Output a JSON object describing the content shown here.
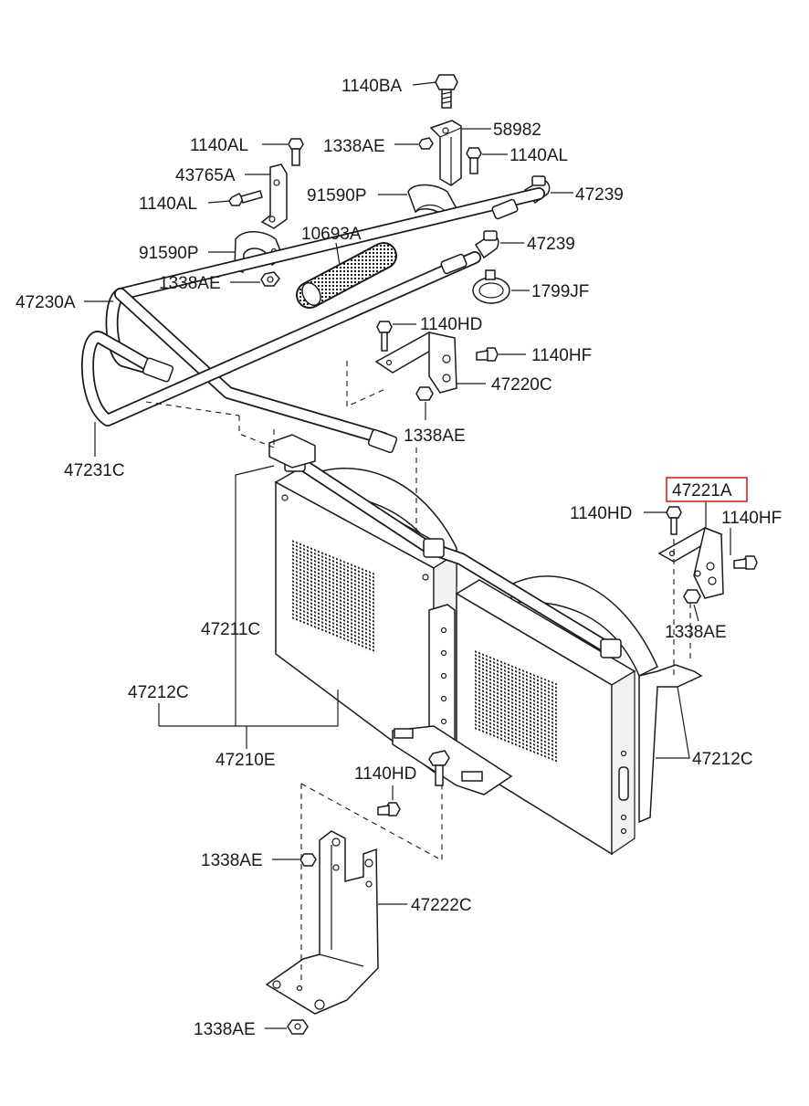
{
  "highlight_color": "#e0201b",
  "labels": {
    "l_1140BA": "1140BA",
    "l_58982": "58982",
    "l_1338AE_top": "1338AE",
    "l_1140AL_a": "1140AL",
    "l_1140AL_b": "1140AL",
    "l_43765A": "43765A",
    "l_1140AL_c": "1140AL",
    "l_91590P_a": "91590P",
    "l_47239_a": "47239",
    "l_10693A": "10693A",
    "l_47239_b": "47239",
    "l_91590P_b": "91590P",
    "l_1799JF": "1799JF",
    "l_1338AE_b": "1338AE",
    "l_47230A": "47230A",
    "l_1140HD_a": "1140HD",
    "l_1140HF_a": "1140HF",
    "l_47220C": "47220C",
    "l_1338AE_c": "1338AE",
    "l_47231C": "47231C",
    "l_47221A": "47221A",
    "l_1140HD_b": "1140HD",
    "l_1140HF_b": "1140HF",
    "l_1338AE_d": "1338AE",
    "l_47211C": "47211C",
    "l_47212C_a": "47212C",
    "l_47212C_b": "47212C",
    "l_47210E": "47210E",
    "l_1140HD_c": "1140HD",
    "l_1338AE_e": "1338AE",
    "l_47222C": "47222C",
    "l_1338AE_f": "1338AE"
  }
}
